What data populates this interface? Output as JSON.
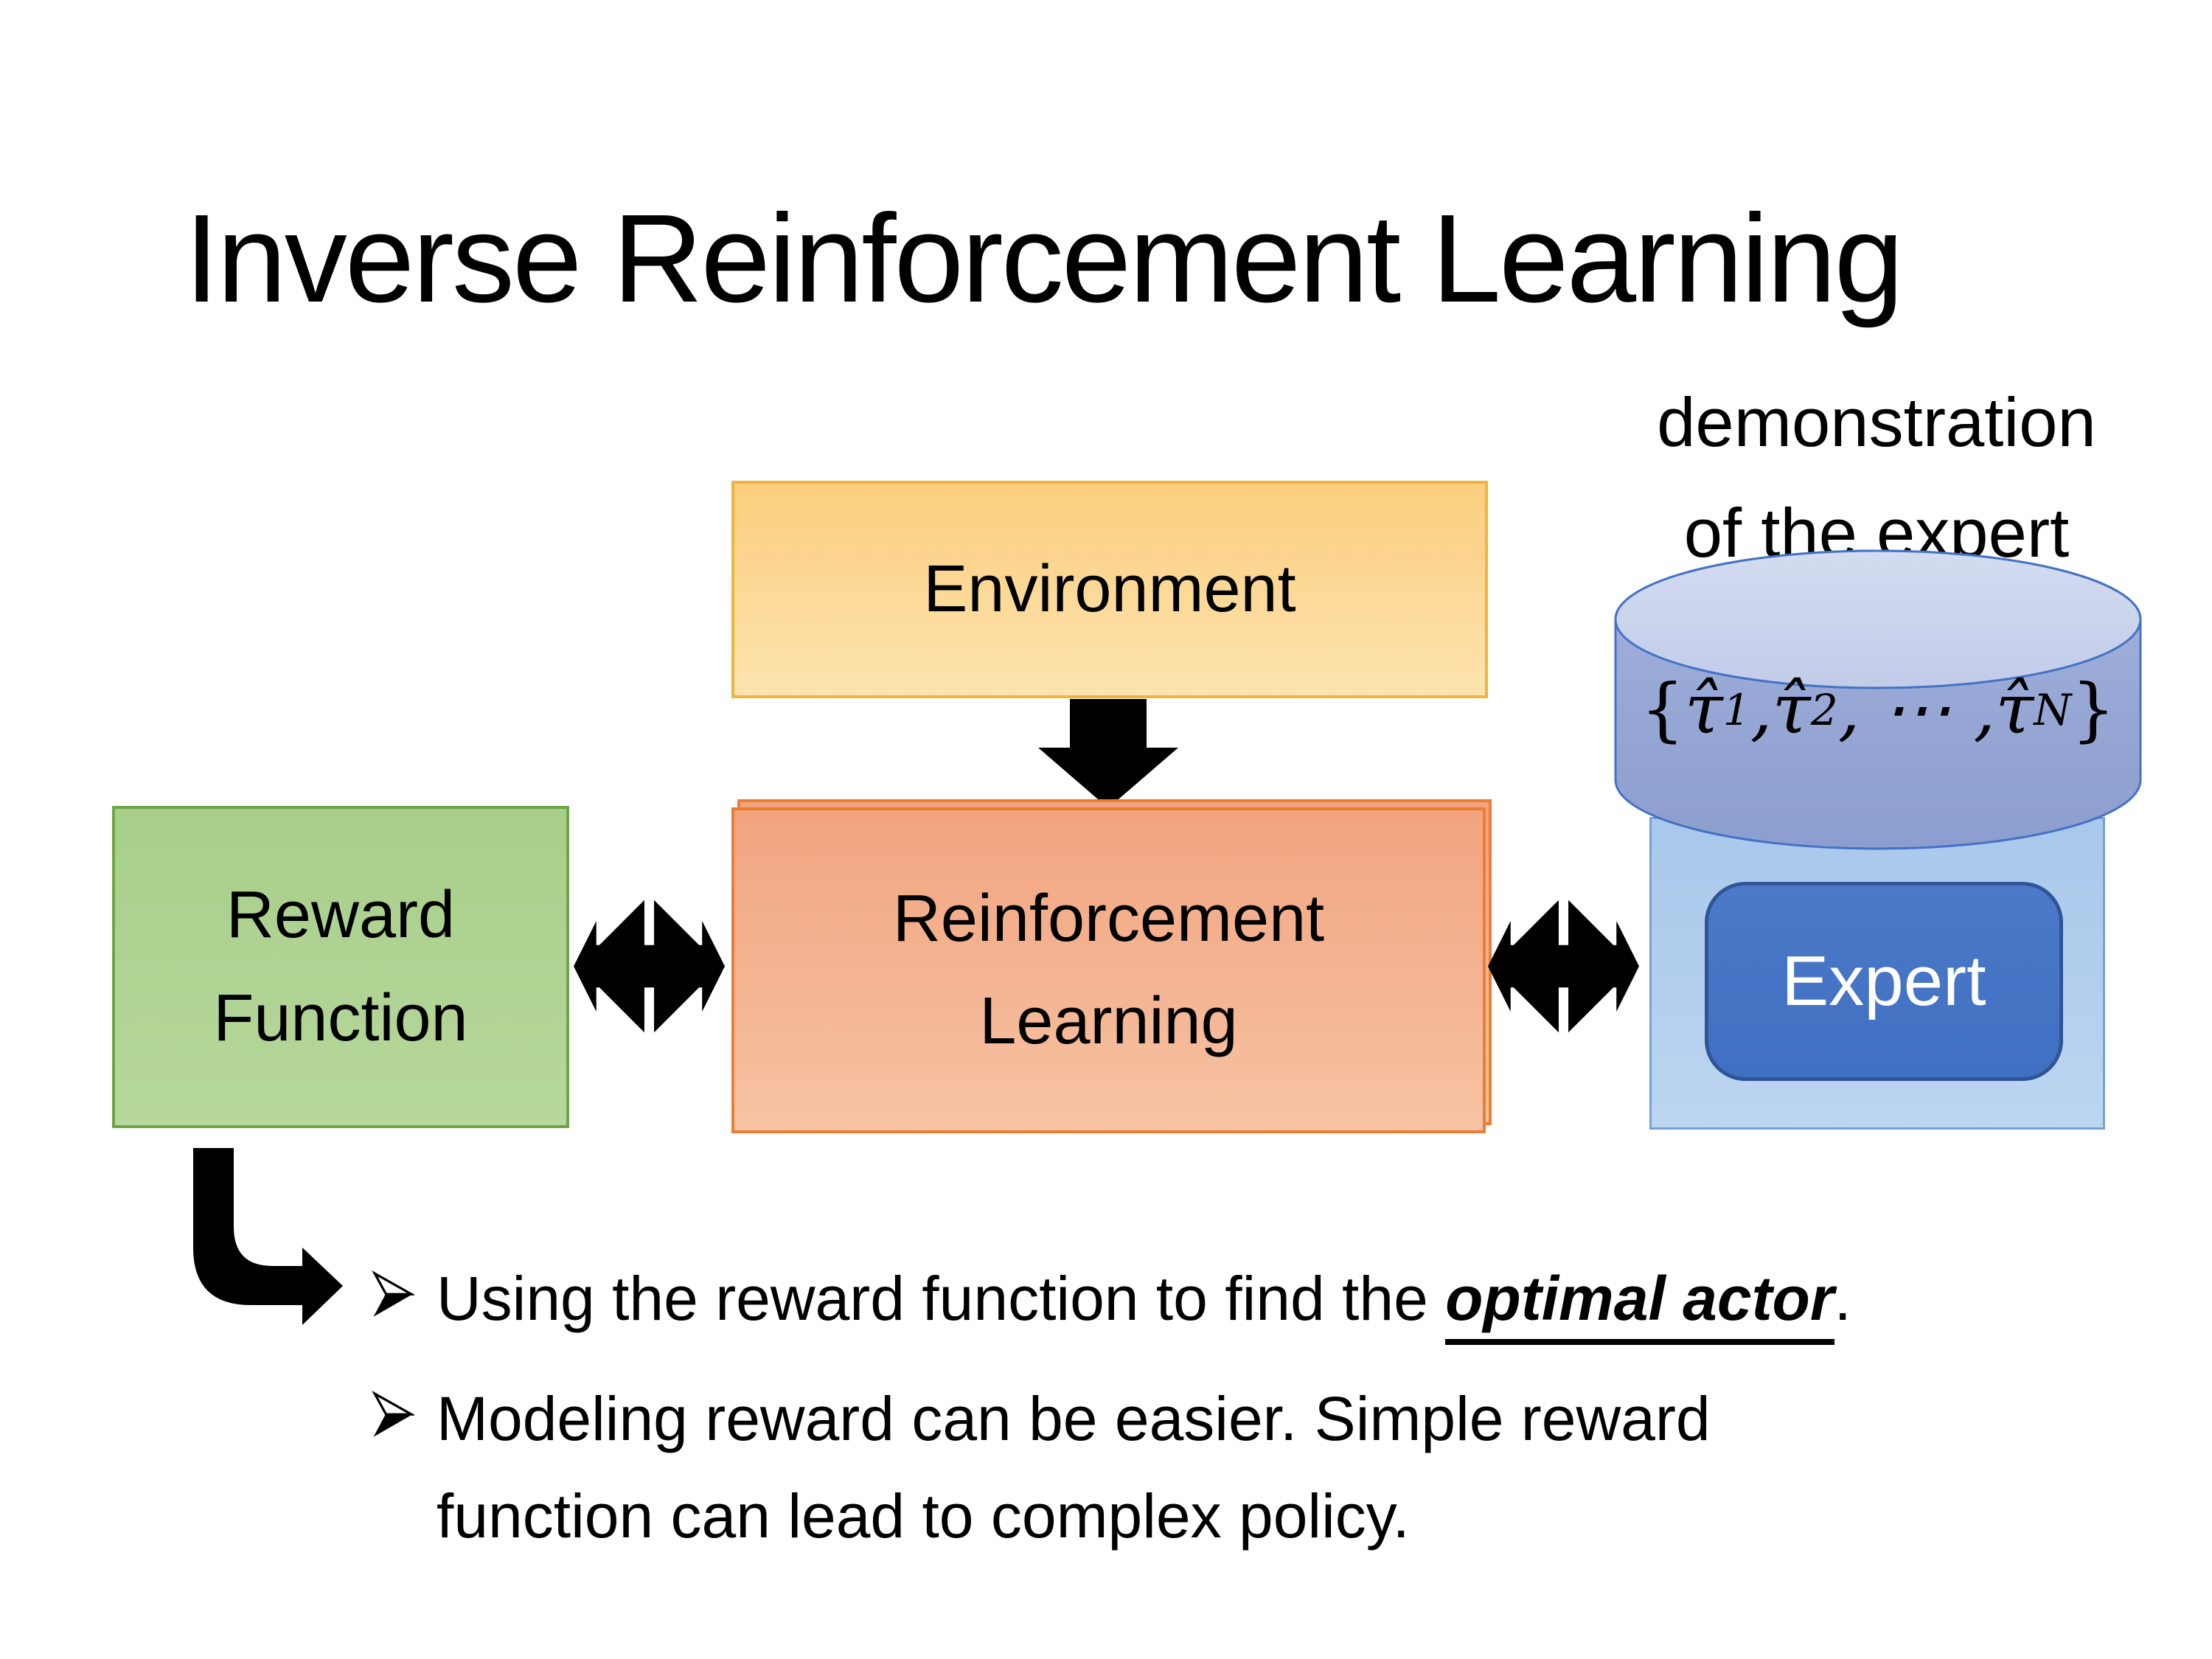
{
  "slide": {
    "title": "Inverse Reinforcement Learning",
    "background_color": "#FFFFFF",
    "text_color": "#000000"
  },
  "diagram": {
    "environment": {
      "label": "Environment",
      "fill_top": "#FBCE7E",
      "fill_bottom": "#FCE3AF",
      "border_color": "#EDB53E"
    },
    "reward_function": {
      "line1": "Reward",
      "line2": "Function",
      "fill_top": "#A8CE8A",
      "fill_bottom": "#B6D89C",
      "border_color": "#6CA646"
    },
    "reinforcement_learning": {
      "line1": "Reinforcement",
      "line2": "Learning",
      "fill_top": "#F2A47F",
      "fill_bottom": "#F6C3A3",
      "border_color": "#ED7D31"
    },
    "expert_panel": {
      "fill_top": "#A9C8EB",
      "fill_bottom": "#BCD5F1",
      "border_color": "#74A2D8"
    },
    "expert_button": {
      "label": "Expert",
      "fill": "#4472C4",
      "border_color": "#2F5597",
      "text_color": "#FFFFFF"
    },
    "demonstration_caption": {
      "line1": "demonstration",
      "line2": "of the expert"
    },
    "cylinder": {
      "icon": "database-cylinder",
      "body_top": "#A4B2DC",
      "body_bottom": "#8C9ECF",
      "top_face": "#CDD6EE",
      "border_color": "#4472C4",
      "formula": {
        "open": "{",
        "tau1": "τ̂",
        "sub1": "1",
        "sep1": ", ",
        "tau2": "τ̂",
        "sub2": "2",
        "sep2": ", ⋯ , ",
        "tau3": "τ̂",
        "subN": "N",
        "close": "}"
      }
    },
    "arrows": {
      "color": "#000000",
      "env_to_rl": "down-arrow-icon",
      "reward_rl_exchange": "exchange-star-arrow-icon",
      "rl_expert_exchange": "exchange-star-arrow-icon",
      "reward_to_bullets": "bent-elbow-arrow-icon"
    }
  },
  "bullets": {
    "marker_icon": "arrowhead-bullet-icon",
    "item1": {
      "prefix": "Using the reward function to find the ",
      "emphasis": "optimal actor",
      "suffix": "."
    },
    "item2": {
      "lines": [
        "Modeling reward can be easier. Simple reward",
        "function can lead to complex policy."
      ]
    }
  }
}
